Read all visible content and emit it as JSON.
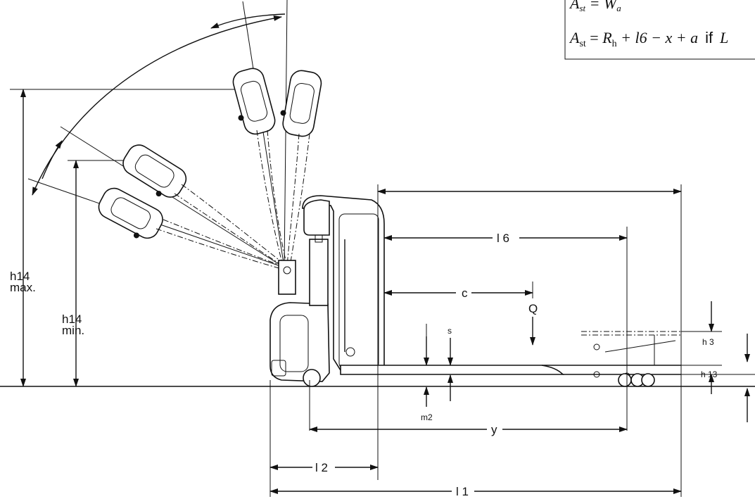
{
  "formula": {
    "line1": "A_st = W_a ...",
    "lhs": "A",
    "lhs_sub": "st",
    "eq": " = ",
    "r": "R",
    "r_sub": "h",
    "rest": " + l6 − x + a",
    "cond": "if",
    "cond_tail": "L"
  },
  "labels": {
    "h14_max_1": "h14",
    "h14_max_2": "max.",
    "h14_min_1": "h14",
    "h14_min_2": "min.",
    "l6": "l 6",
    "c": "c",
    "Q": "Q",
    "s": "s",
    "m2": "m2",
    "y": "y",
    "l2": "l 2",
    "l1": "l 1",
    "h3": "h 3",
    "h13": "h 13"
  }
}
